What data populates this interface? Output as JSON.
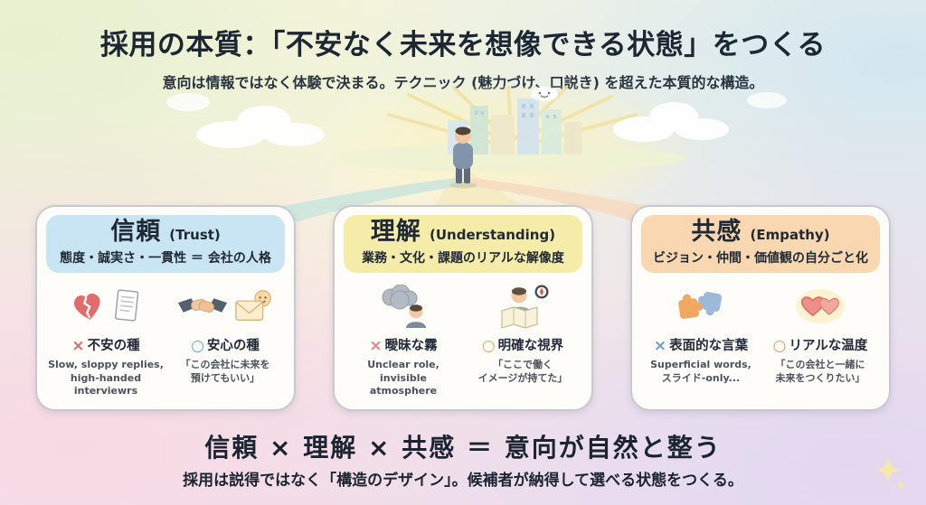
{
  "page": {
    "title": "採用の本質：「不安なく未来を想像できる状態」をつくる",
    "subtitle": "意向は情報ではなく体験で決まる。テクニック (魅力づけ、口説き) を超えた本質的な構造。"
  },
  "colors": {
    "background_tints": [
      "#e9f1cd",
      "#fdf6dd",
      "#cfe3f1",
      "#f6dbe3",
      "#e3d8ef"
    ],
    "card_border": "#c6cad0"
  },
  "cards": [
    {
      "id": "trust",
      "title": "信頼",
      "title_suffix": "(Trust)",
      "tagline": "態度・誠実さ・一貫性 ＝ 会社の人格",
      "header_color": "#c9e5f3",
      "negative": {
        "mark": "×",
        "mark_color": "#e06a6a",
        "label": "不安の種",
        "desc": "Slow, sloppy replies,\nhigh-handed interviewrs",
        "icons": [
          "broken-heart-icon",
          "document-icon"
        ]
      },
      "positive": {
        "mark": "○",
        "mark_color": "#5fa6cd",
        "label": "安心の種",
        "desc": "「この会社に未来を\n預けてもいい」",
        "icons": [
          "handshake-icon",
          "smiley-mail-icon"
        ]
      }
    },
    {
      "id": "understanding",
      "title": "理解",
      "title_suffix": "(Understanding)",
      "tagline": "業務・文化・課題のリアルな解像度",
      "header_color": "#f6ecaa",
      "negative": {
        "mark": "×",
        "mark_color": "#e58585",
        "label": "曖昧な霧",
        "desc": "Unclear role,\ninvisible atmosphere",
        "icons": [
          "fog-person-icon"
        ]
      },
      "positive": {
        "mark": "○",
        "mark_color": "#e5a44e",
        "label": "明確な視界",
        "desc": "「ここで働く\nイメージが持てた」",
        "icons": [
          "map-compass-person-icon"
        ]
      }
    },
    {
      "id": "empathy",
      "title": "共感",
      "title_suffix": "(Empathy)",
      "tagline": "ビジョン・仲間・価値観の自分ごと化",
      "header_color": "#f9d8b1",
      "negative": {
        "mark": "×",
        "mark_color": "#6f9bd1",
        "label": "表面的な言葉",
        "desc": "Superficial words,\nスライド-only...",
        "icons": [
          "puzzle-pieces-icon"
        ]
      },
      "positive": {
        "mark": "○",
        "mark_color": "#e8995c",
        "label": "リアルな温度",
        "desc": "「この会社と一緒に\n未来をつくりたい」",
        "icons": [
          "two-hearts-icon"
        ]
      }
    }
  ],
  "footer": {
    "formula": "信頼 × 理解 × 共感 ＝ 意向が自然と整う",
    "caption": "採用は説得ではなく「構造のデザイン」。候補者が納得して選べる状態をつくる。"
  }
}
